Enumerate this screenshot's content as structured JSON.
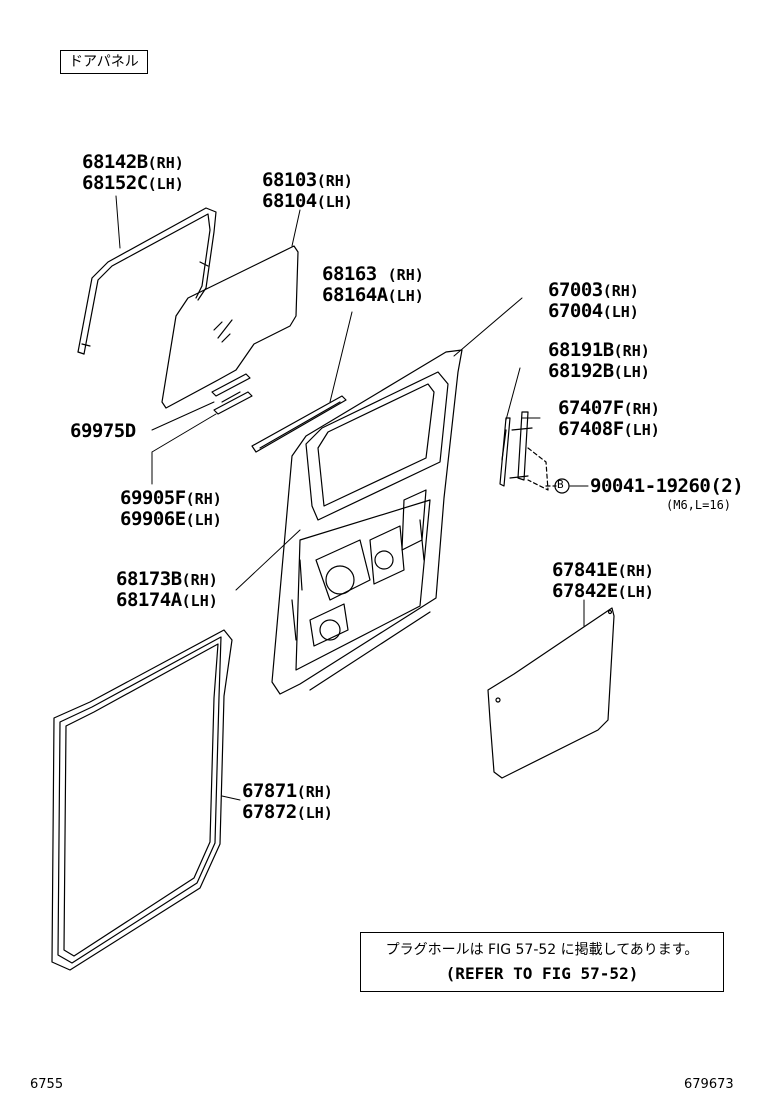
{
  "section_label": "ドアパネル",
  "parts": [
    {
      "id": "p68142",
      "codes": [
        "68142B",
        "68152C"
      ],
      "sides": [
        "(RH)",
        "(LH)"
      ]
    },
    {
      "id": "p68103",
      "codes": [
        "68103",
        "68104"
      ],
      "sides": [
        "(RH)",
        "(LH)"
      ]
    },
    {
      "id": "p68163",
      "codes": [
        "68163 ",
        "68164A"
      ],
      "sides": [
        "(RH)",
        "(LH)"
      ]
    },
    {
      "id": "p67003",
      "codes": [
        "67003",
        "67004"
      ],
      "sides": [
        "(RH)",
        "(LH)"
      ]
    },
    {
      "id": "p68191",
      "codes": [
        "68191B",
        "68192B"
      ],
      "sides": [
        "(RH)",
        "(LH)"
      ]
    },
    {
      "id": "p67407",
      "codes": [
        "67407F",
        "67408F"
      ],
      "sides": [
        "(RH)",
        "(LH)"
      ]
    },
    {
      "id": "p69975",
      "codes": [
        "69975D"
      ],
      "sides": [
        ""
      ]
    },
    {
      "id": "p69905",
      "codes": [
        "69905F",
        "69906E"
      ],
      "sides": [
        "(RH)",
        "(LH)"
      ]
    },
    {
      "id": "p68173",
      "codes": [
        "68173B",
        "68174A"
      ],
      "sides": [
        "(RH)",
        "(LH)"
      ]
    },
    {
      "id": "p67841",
      "codes": [
        "67841E",
        "67842E"
      ],
      "sides": [
        "(RH)",
        "(LH)"
      ]
    },
    {
      "id": "p67871",
      "codes": [
        "67871",
        "67872"
      ],
      "sides": [
        "(RH)",
        "(LH)"
      ]
    }
  ],
  "bolt": {
    "callout": "B",
    "code": "90041-19260",
    "qty": "(2)",
    "spec": "(M6,L=16)"
  },
  "note": {
    "jp": "プラグホールは FIG 57-52 に掲載してあります。",
    "en": "(REFER TO FIG 57-52)"
  },
  "footer": {
    "left": "6755",
    "right": "679673"
  }
}
